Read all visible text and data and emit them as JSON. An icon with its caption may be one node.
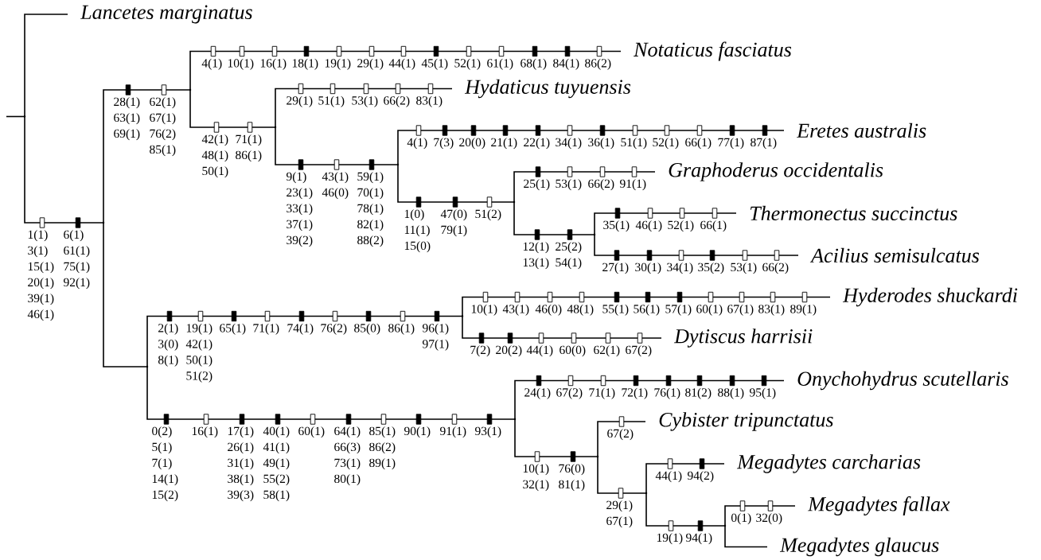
{
  "diagram": {
    "nodes": [
      {
        "text": [],
        "shape": "point"
      },
      {
        "text": [
          "Lancetes marginatus"
        ]
      },
      {
        "text": [],
        "shape": "point"
      },
      {
        "text": [],
        "shape": "point"
      },
      {
        "text": [
          "Notaticus fasciatus"
        ]
      },
      {
        "text": [],
        "shape": "point"
      },
      {
        "text": [
          "Hydaticus tuyuensis"
        ]
      },
      {
        "text": [],
        "shape": "point"
      },
      {
        "text": [
          "Eretes australis"
        ]
      },
      {
        "text": [],
        "shape": "point"
      },
      {
        "text": [
          "Graphoderus occidentalis"
        ]
      },
      {
        "text": [],
        "shape": "point"
      },
      {
        "text": [
          "Thermonectus succinctus"
        ]
      },
      {
        "text": [
          "Acilius semisulcatus"
        ]
      },
      {
        "text": [],
        "shape": "point"
      },
      {
        "text": [],
        "shape": "point"
      },
      {
        "text": [
          "Hyderodes shuckardi"
        ]
      },
      {
        "text": [
          "Dytiscus harrisii"
        ]
      },
      {
        "text": [],
        "shape": "point"
      },
      {
        "text": [
          "Onychohydrus scutellaris"
        ]
      },
      {
        "text": [],
        "shape": "point"
      },
      {
        "text": [
          "Cybister tripunctatus"
        ]
      },
      {
        "text": [],
        "shape": "point"
      },
      {
        "text": [
          "Megadytes carcharias"
        ]
      },
      {
        "text": [],
        "shape": "point"
      },
      {
        "text": [
          "Megadytes fallax"
        ]
      },
      {
        "text": [
          "Megadytes glaucus"
        ]
      }
    ],
    "edges": [
      {
        "from": null,
        "to": 0,
        "arrow": "none"
      },
      {
        "from": 0,
        "to": 1,
        "arrow": "none"
      },
      {
        "from": 0,
        "to": 2,
        "arrow": "none"
      },
      {
        "from": 2,
        "to": 3,
        "arrow": "none"
      },
      {
        "from": 3,
        "to": 4,
        "arrow": "none"
      },
      {
        "from": 3,
        "to": 5,
        "arrow": "none"
      },
      {
        "from": 5,
        "to": 6,
        "arrow": "none"
      },
      {
        "from": 5,
        "to": 7,
        "arrow": "none"
      },
      {
        "from": 7,
        "to": 8,
        "arrow": "none"
      },
      {
        "from": 7,
        "to": 9,
        "arrow": "none"
      },
      {
        "from": 9,
        "to": 10,
        "arrow": "none"
      },
      {
        "from": 9,
        "to": 11,
        "arrow": "none"
      },
      {
        "from": 11,
        "to": 12,
        "arrow": "none"
      },
      {
        "from": 11,
        "to": 13,
        "arrow": "none"
      },
      {
        "from": 2,
        "to": 14,
        "arrow": "none"
      },
      {
        "from": 14,
        "to": 15,
        "arrow": "none"
      },
      {
        "from": 15,
        "to": 16,
        "arrow": "none"
      },
      {
        "from": 15,
        "to": 17,
        "arrow": "none"
      },
      {
        "from": 14,
        "to": 18,
        "arrow": "none"
      },
      {
        "from": 18,
        "to": 19,
        "arrow": "none"
      },
      {
        "from": 18,
        "to": 20,
        "arrow": "none"
      },
      {
        "from": 20,
        "to": 21,
        "arrow": "none"
      },
      {
        "from": 20,
        "to": 22,
        "arrow": "none"
      },
      {
        "from": 22,
        "to": 23,
        "arrow": "none"
      },
      {
        "from": 22,
        "to": 24,
        "arrow": "none"
      },
      {
        "from": 24,
        "to": 25,
        "arrow": "none"
      },
      {
        "from": 24,
        "to": 26,
        "arrow": "none"
      }
    ],
    "labels": [
      "4(1)",
      "10(1)",
      "16(1)",
      "18(1)",
      "19(1)",
      "29(1)",
      "44(1)",
      "45(1)",
      "52(1)",
      "61(1)",
      "68(1)",
      "84(1)",
      "86(2)",
      "29(1)",
      "51(1)",
      "53(1)",
      "66(2)",
      "83(1)",
      "28(1) 63(1) 69(1)",
      "62(1) 67(1) 76(2) 85(1)",
      "42(1) 48(1) 50(1)",
      "71(1) 86(1)",
      "4(1)",
      "7(3)",
      "20(0)",
      "21(1)",
      "22(1)",
      "34(1)",
      "36(1)",
      "51(1)",
      "52(1)",
      "66(1)",
      "77(1)",
      "87(1)",
      "9(1) 23(1) 33(1) 37(1) 39(2)",
      "43(1) 46(0)",
      "59(1) 70(1) 78(1) 82(1) 88(2)",
      "25(1)",
      "53(1)",
      "66(2)",
      "91(1)",
      "1(0) 11(1) 15(0)",
      "47(0) 79(1)",
      "51(2)",
      "35(1)",
      "46(1)",
      "52(1)",
      "66(1)",
      "1(1) 3(1) 15(1) 20(1) 39(1) 46(1)",
      "6(1) 61(1) 75(1) 92(1)",
      "12(1) 13(1)",
      "25(2) 54(1)",
      "27(1)",
      "30(1)",
      "34(1)",
      "35(2)",
      "53(1)",
      "66(2)",
      "10(1)",
      "43(1)",
      "46(0)",
      "48(1)",
      "55(1)",
      "56(1)",
      "57(1)",
      "60(1)",
      "67(1)",
      "83(1)",
      "89(1)",
      "2(1) 3(0) 8(1)",
      "19(1) 42(1) 50(1) 51(2)",
      "65(1)",
      "71(1)",
      "74(1)",
      "76(2)",
      "85(0)",
      "86(1)",
      "96(1) 97(1)",
      "7(2)",
      "20(2)",
      "44(1)",
      "60(0)",
      "62(1)",
      "67(2)",
      "24(1)",
      "67(2)",
      "71(1)",
      "72(1)",
      "76(1)",
      "81(2)",
      "88(1)",
      "95(1)",
      "0(2) 5(1) 7(1) 14(1) 15(2)",
      "16(1)",
      "17(1) 26(1) 31(1) 38(1) 39(3)",
      "40(1) 41(1) 49(1) 55(2) 58(1)",
      "60(1)",
      "64(1) 66(3) 73(1) 80(1)",
      "85(1) 86(2) 89(1)",
      "90(1)",
      "91(1)",
      "93(1)",
      "67(2)",
      "10(1) 32(1)",
      "76(0) 81(1)",
      "44(1)",
      "94(2)",
      "29(1) 67(1)",
      "0(1)",
      "32(0)",
      "19(1)",
      "94(1)"
    ]
  }
}
